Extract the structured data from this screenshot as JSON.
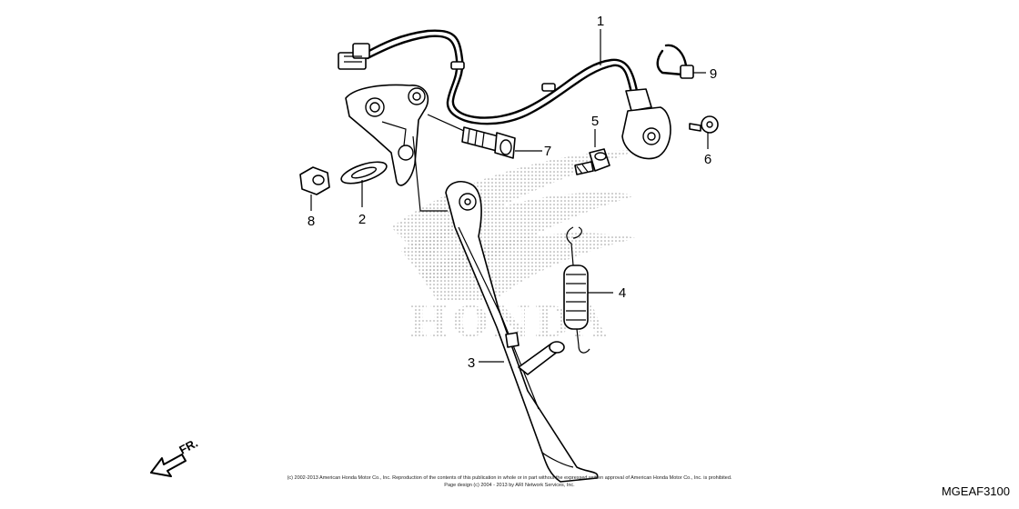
{
  "diagram": {
    "callouts": [
      {
        "id": "1",
        "label": "1"
      },
      {
        "id": "2",
        "label": "2"
      },
      {
        "id": "3",
        "label": "3"
      },
      {
        "id": "4",
        "label": "4"
      },
      {
        "id": "5",
        "label": "5"
      },
      {
        "id": "6",
        "label": "6"
      },
      {
        "id": "7",
        "label": "7"
      },
      {
        "id": "8",
        "label": "8"
      },
      {
        "id": "9",
        "label": "9"
      }
    ],
    "watermark": "HONDA",
    "direction_label": "FR.",
    "diagram_code": "MGEAF3100",
    "copyright_line1": "(c) 2002-2013 American Honda Motor Co., Inc. Reproduction of the contents of this publication in whole or in part without the expressed written approval of American Honda Motor Co., Inc. is prohibited.",
    "copyright_line2": "Page design (c) 2004 - 2013 by ARI Network Services, Inc."
  }
}
